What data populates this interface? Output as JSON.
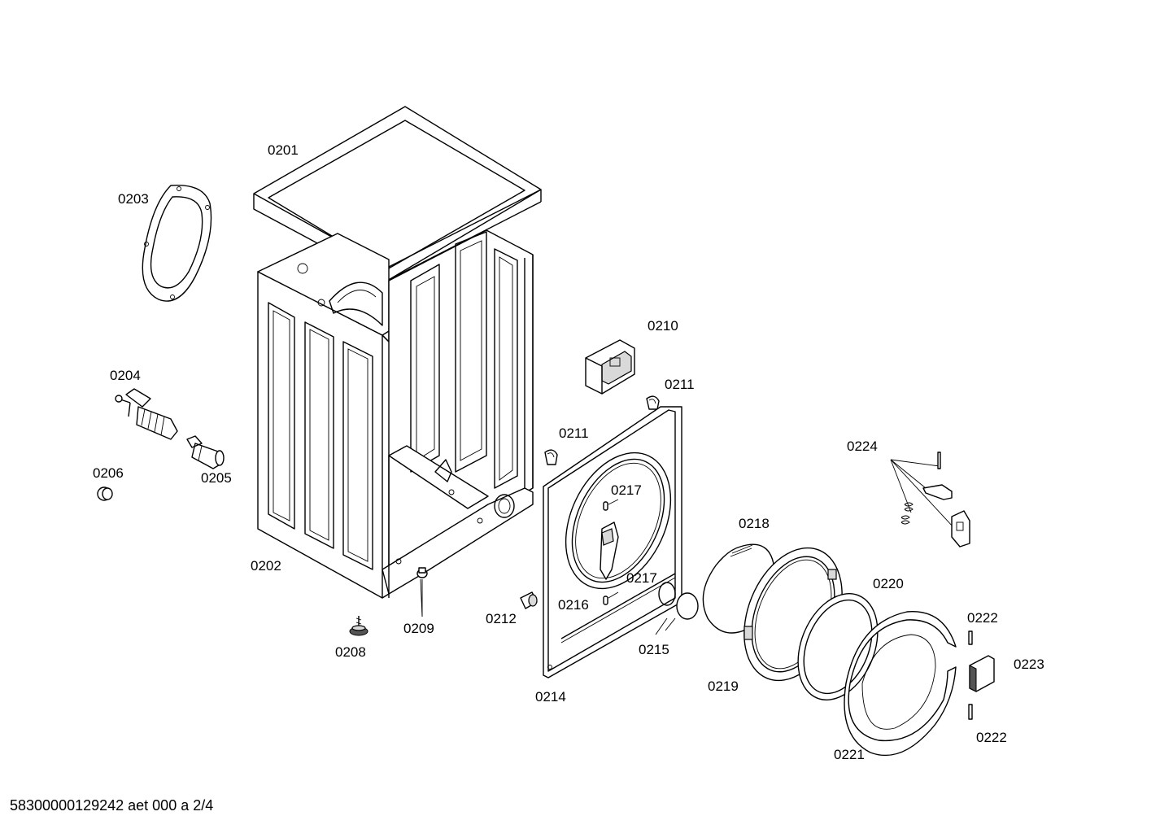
{
  "parts": {
    "p0201": "0201",
    "p0202": "0202",
    "p0203": "0203",
    "p0204": "0204",
    "p0205": "0205",
    "p0206": "0206",
    "p0208": "0208",
    "p0209": "0209",
    "p0210": "0210",
    "p0211a": "0211",
    "p0211b": "0211",
    "p0212": "0212",
    "p0214": "0214",
    "p0215": "0215",
    "p0216": "0216",
    "p0217a": "0217",
    "p0217b": "0217",
    "p0218": "0218",
    "p0219": "0219",
    "p0220": "0220",
    "p0221": "0221",
    "p0222a": "0222",
    "p0222b": "0222",
    "p0223": "0223",
    "p0224": "0224"
  },
  "footer": "58300000129242 aet 000 a 2/4"
}
